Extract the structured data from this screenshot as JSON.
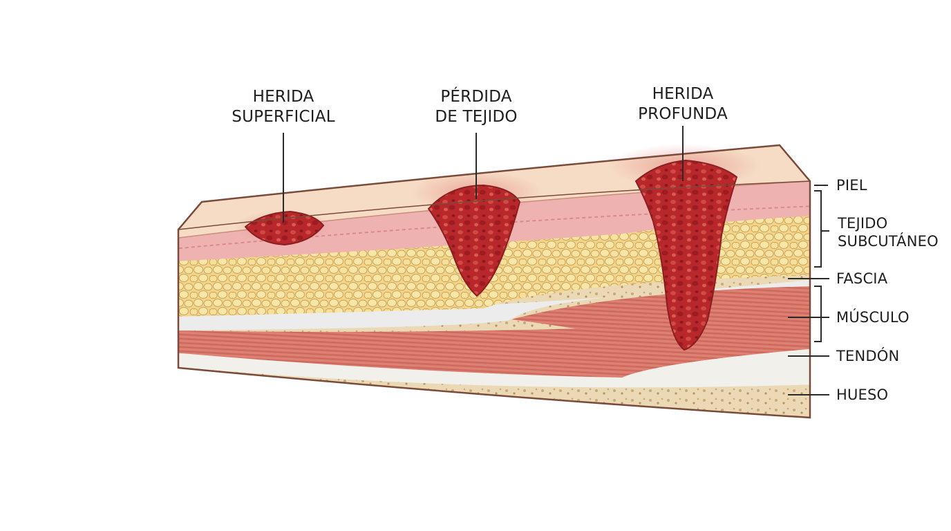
{
  "wounds": {
    "superficial": {
      "line1": "HERIDA",
      "line2": "SUPERFICIAL"
    },
    "tissue_loss": {
      "line1": "PÉRDIDA",
      "line2": "DE TEJIDO"
    },
    "deep": {
      "line1": "HERIDA",
      "line2": "PROFUNDA"
    }
  },
  "layers": {
    "skin": "PIEL",
    "subcutaneous": {
      "line1": "TEJIDO",
      "line2": "SUBCUTÁNEO"
    },
    "fascia": "FASCIA",
    "muscle": "MÚSCULO",
    "tendon": "TENDÓN",
    "bone": "HUESO"
  },
  "colors": {
    "outline": "#7a4a3a",
    "skin": "#f6dcc4",
    "dermis": "#eeb2b0",
    "fat": "#f3d58a",
    "fascia": "#eeeeee",
    "muscle": "#d9786a",
    "bone": "#ead9b4",
    "wound": "#b8272a",
    "label_line": "#2a2a2a"
  }
}
